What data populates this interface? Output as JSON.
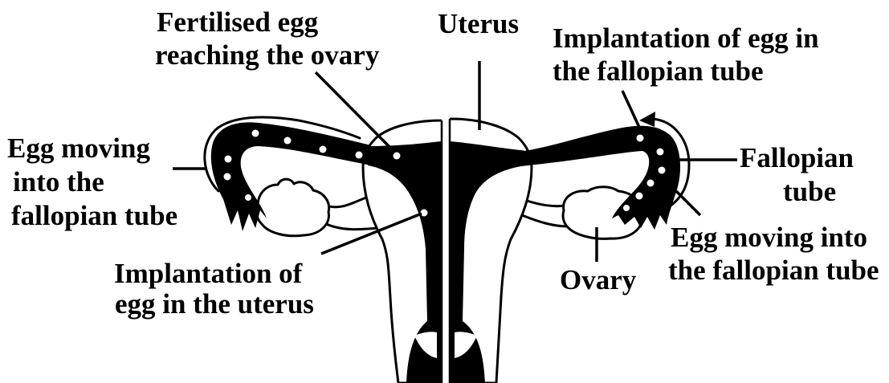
{
  "diagram": {
    "labels": {
      "fertilised_egg": [
        "Fertilised egg",
        "reaching the ovary"
      ],
      "uterus": "Uterus",
      "implantation_tube": [
        "Implantation of egg in",
        "the fallopian tube"
      ],
      "egg_moving_left": [
        "Egg moving",
        "into the",
        "fallopian tube"
      ],
      "fallopian_tube": [
        "Fallopian",
        "tube"
      ],
      "egg_moving_right": [
        "Egg moving into",
        "the fallopian tube"
      ],
      "implantation_uterus": [
        "Implantation of",
        "egg in the uterus"
      ],
      "ovary": "Ovary"
    }
  },
  "colors": {
    "ink": "#000000",
    "paper": "#ffffff"
  }
}
